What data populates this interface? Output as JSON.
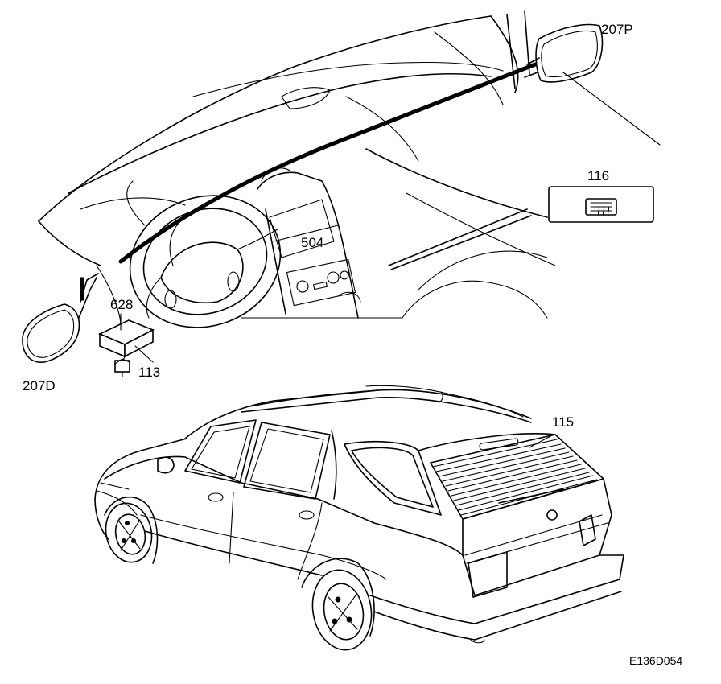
{
  "labels": {
    "mirror_passenger": "207P",
    "mirror_driver": "207D",
    "rear_window_switch": "116",
    "climate_panel": "504",
    "relay": "628",
    "fuse": "113",
    "rear_window": "115"
  },
  "figure_code": "E136D054"
}
